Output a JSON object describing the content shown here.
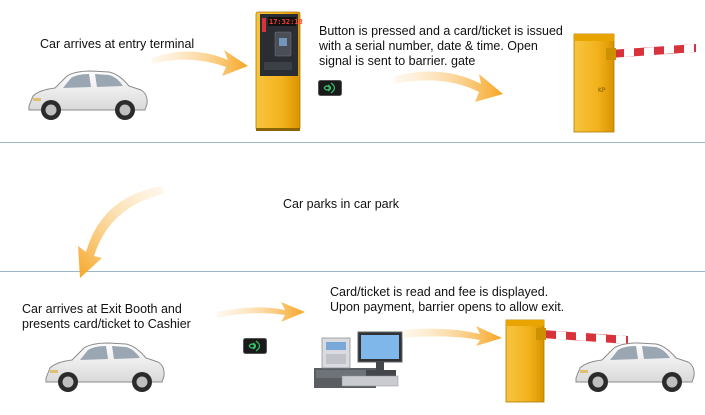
{
  "captions": {
    "entry": "Car arrives at entry terminal",
    "issue": "Button is pressed and a card/ticket is issued with a serial number, date & time. Open signal  is sent to barrier. gate",
    "park": "Car parks in car park",
    "exit": "Car arrives at Exit Booth and presents card/ticket to Cashier",
    "pay": "Card/ticket is read and fee is displayed. Upon payment, barrier opens to allow exit."
  },
  "terminal": {
    "display": "17:32:18"
  },
  "colors": {
    "car_body": "#f4f4f4",
    "terminal_yellow": "#f2b21c",
    "barrier_red": "#d8323a",
    "arrow_orange": "#f6a623",
    "divider": "#9fb6cf",
    "card_green": "#1f8a3c"
  },
  "icons": [
    "car-icon",
    "ticket-terminal-icon",
    "rfid-card-icon",
    "barrier-gate-icon",
    "cashier-pos-icon",
    "curved-arrow-icon"
  ]
}
